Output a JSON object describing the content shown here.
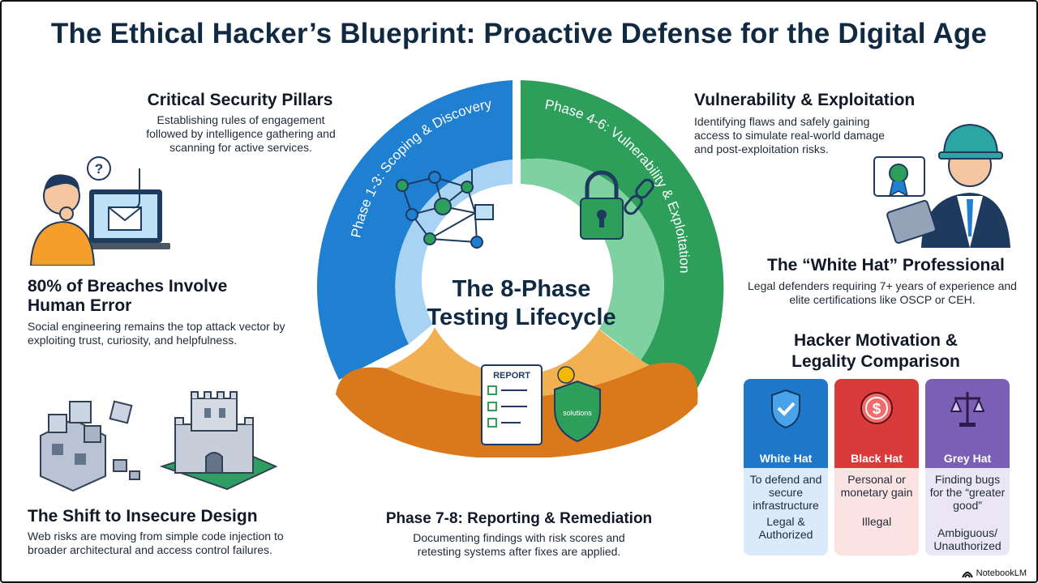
{
  "title": "The Ethical Hacker’s Blueprint: Proactive Defense for the Digital Age",
  "left": {
    "pillars": {
      "heading": "Critical Security Pillars",
      "text": "Establishing rules of engagement followed by intelligence gathering and scanning for active services."
    },
    "breaches": {
      "heading": "80% of Breaches Involve Human Error",
      "text": "Social engineering remains the top attack vector by exploiting trust, curiosity, and helpfulness."
    },
    "shift": {
      "heading": "The Shift to Insecure Design",
      "text": "Web risks are moving from simple code injection to broader architectural and access control failures."
    }
  },
  "cycle": {
    "center_title": "The 8-Phase Testing Lifecycle",
    "phase13": "Phase 1-3: Scoping & Discovery",
    "phase46": "Phase 4-6: Vulnerability & Exploitation",
    "report_label": "REPORT",
    "shield_label": "solutions",
    "phase78": {
      "heading": "Phase 7-8: Reporting & Remediation",
      "text": "Documenting findings with risk scores and retesting systems after fixes are applied."
    }
  },
  "right": {
    "vuln": {
      "heading": "Vulnerability & Exploitation",
      "text": "Identifying flaws and safely gaining access to simulate real-world damage and post-exploitation risks."
    },
    "whitehat": {
      "heading": "The “White Hat” Professional",
      "text": "Legal defenders requiring 7+ years of experience and elite certifications like OSCP or CEH."
    },
    "comparison": {
      "heading": "Hacker Motivation & Legality Comparison",
      "cards": [
        {
          "name": "White Hat",
          "motivation": "To defend and secure infrastructure",
          "legality": "Legal & Authorized",
          "icon": "shield-check-icon",
          "color": "#1f77c9",
          "light": "#dbeafb"
        },
        {
          "name": "Black Hat",
          "motivation": "Personal or monetary gain",
          "legality": "Illegal",
          "icon": "dollar-coin-icon",
          "color": "#d93b3b",
          "light": "#fbe3e3"
        },
        {
          "name": "Grey Hat",
          "motivation": "Finding bugs for the “greater good”",
          "legality": "Ambiguous/ Unauthorized",
          "icon": "scales-icon",
          "color": "#7b5fb4",
          "light": "#ebe6f6"
        }
      ]
    }
  },
  "brand": "NotebookLM",
  "colors": {
    "blue": "#1f7fd1",
    "green": "#2e9e5b",
    "orange": "#d9791c",
    "navy": "#102a43"
  }
}
